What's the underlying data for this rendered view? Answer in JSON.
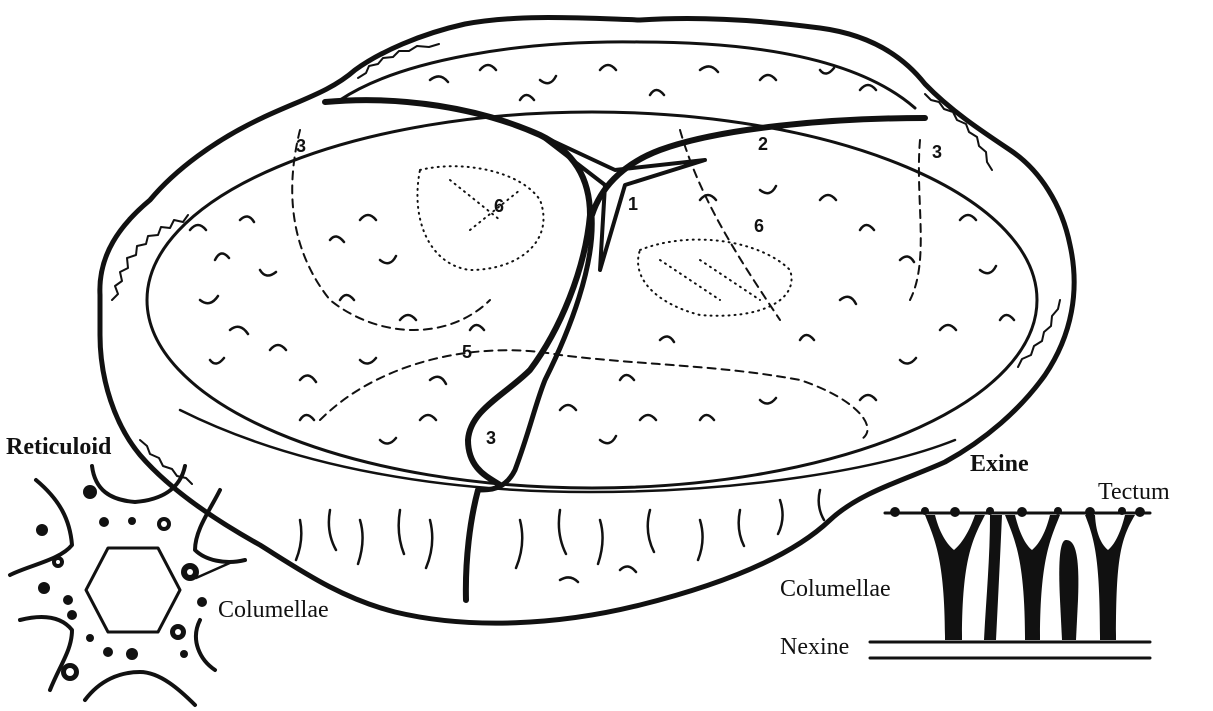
{
  "labels": {
    "reticuloid": "Reticuloid",
    "columellae_left": "Columellae",
    "exine": "Exine",
    "tectum": "Tectum",
    "columellae_right": "Columellae",
    "nexine": "Nexine"
  },
  "numbers": {
    "n1": "1",
    "n2": "2",
    "n3_top_left": "3",
    "n3_right": "3",
    "n3_center": "3",
    "n5": "5",
    "n6_left": "6",
    "n6_right": "6"
  },
  "colors": {
    "ink": "#111111",
    "paper": "#ffffff"
  }
}
